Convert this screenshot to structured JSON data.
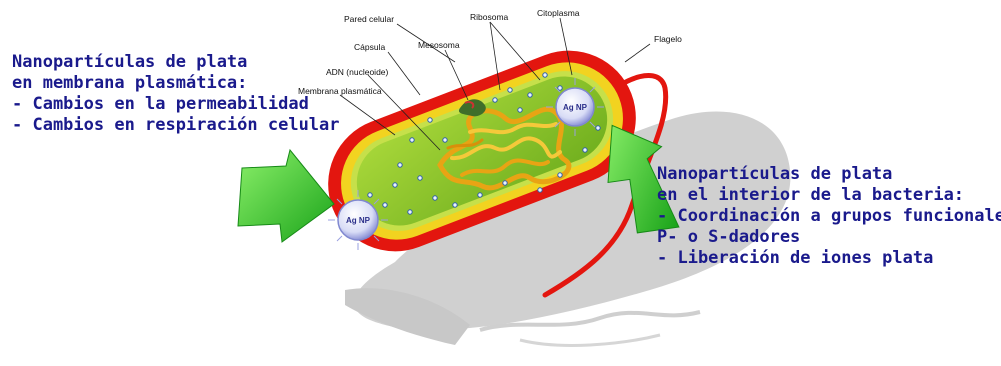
{
  "labels": {
    "pared_celular": "Pared celular",
    "ribosoma": "Ribosoma",
    "citoplasma": "Citoplasma",
    "capsula": "Cápsula",
    "mesosoma": "Mesosoma",
    "flagelo": "Flagelo",
    "adn": "ADN (nucleoide)",
    "membrana": "Membrana plasmática"
  },
  "nanoparticle_label": "Ag NP",
  "left_callout": {
    "lines": [
      "Nanopartículas de plata",
      "en membrana plasmática:",
      "- Cambios en la permeabilidad",
      "- Cambios en respiración celular"
    ]
  },
  "right_callout": {
    "lines": [
      "Nanopartículas de plata",
      "en el interior de la bacteria:",
      "- Coordinación a grupos funcionales",
      "P- o S-dadores",
      "- Liberación de iones plata"
    ]
  },
  "colors": {
    "text": "#1a1a8c",
    "capsule": "#e3160f",
    "wall": "#f2d320",
    "cytoplasm": "#8fca2a",
    "dna": "#f0b21a",
    "arrow": "#3fd22c",
    "shadow": "#cfcfcf"
  }
}
